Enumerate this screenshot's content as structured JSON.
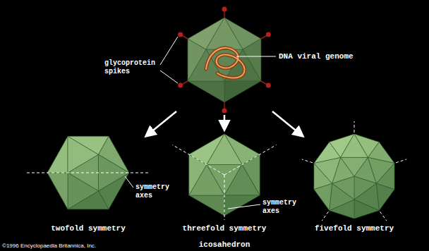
{
  "diagram": {
    "caption": "icosahedron",
    "labels": [
      "glycoprotein spikes",
      "DNA viral genome",
      "symmetry axes",
      "symmetry axes",
      "twofold symmetry",
      "threefold symmetry",
      "fivefold symmetry",
      "©1996 Encyclopaedia Britannica, Inc."
    ]
  }
}
